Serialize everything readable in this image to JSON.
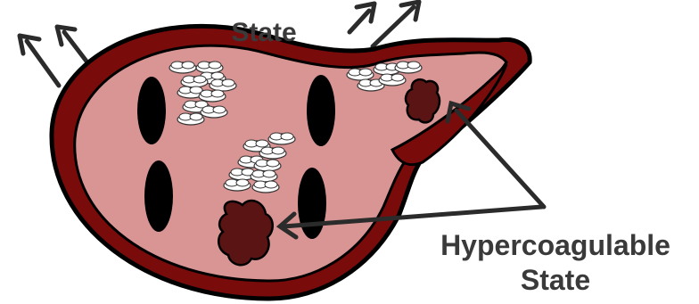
{
  "labels": {
    "top_partial": "State",
    "hyper_line1": "Hypercoagulable",
    "hyper_line2": "State"
  },
  "colors": {
    "wall_outer": "#7a0b0b",
    "chamber_fill": "#d99494",
    "trabecula": "#000000",
    "thrombus": "#5a1414",
    "cloud": "#ffffff",
    "arrow": "#2b2b2b",
    "text": "#3a3a3a"
  },
  "icons": {
    "outflow_arrows": "up-left-and-up-right-arrows",
    "blood_stasis": "white-cloud-swirls",
    "thrombus": "dark-red-clot"
  }
}
